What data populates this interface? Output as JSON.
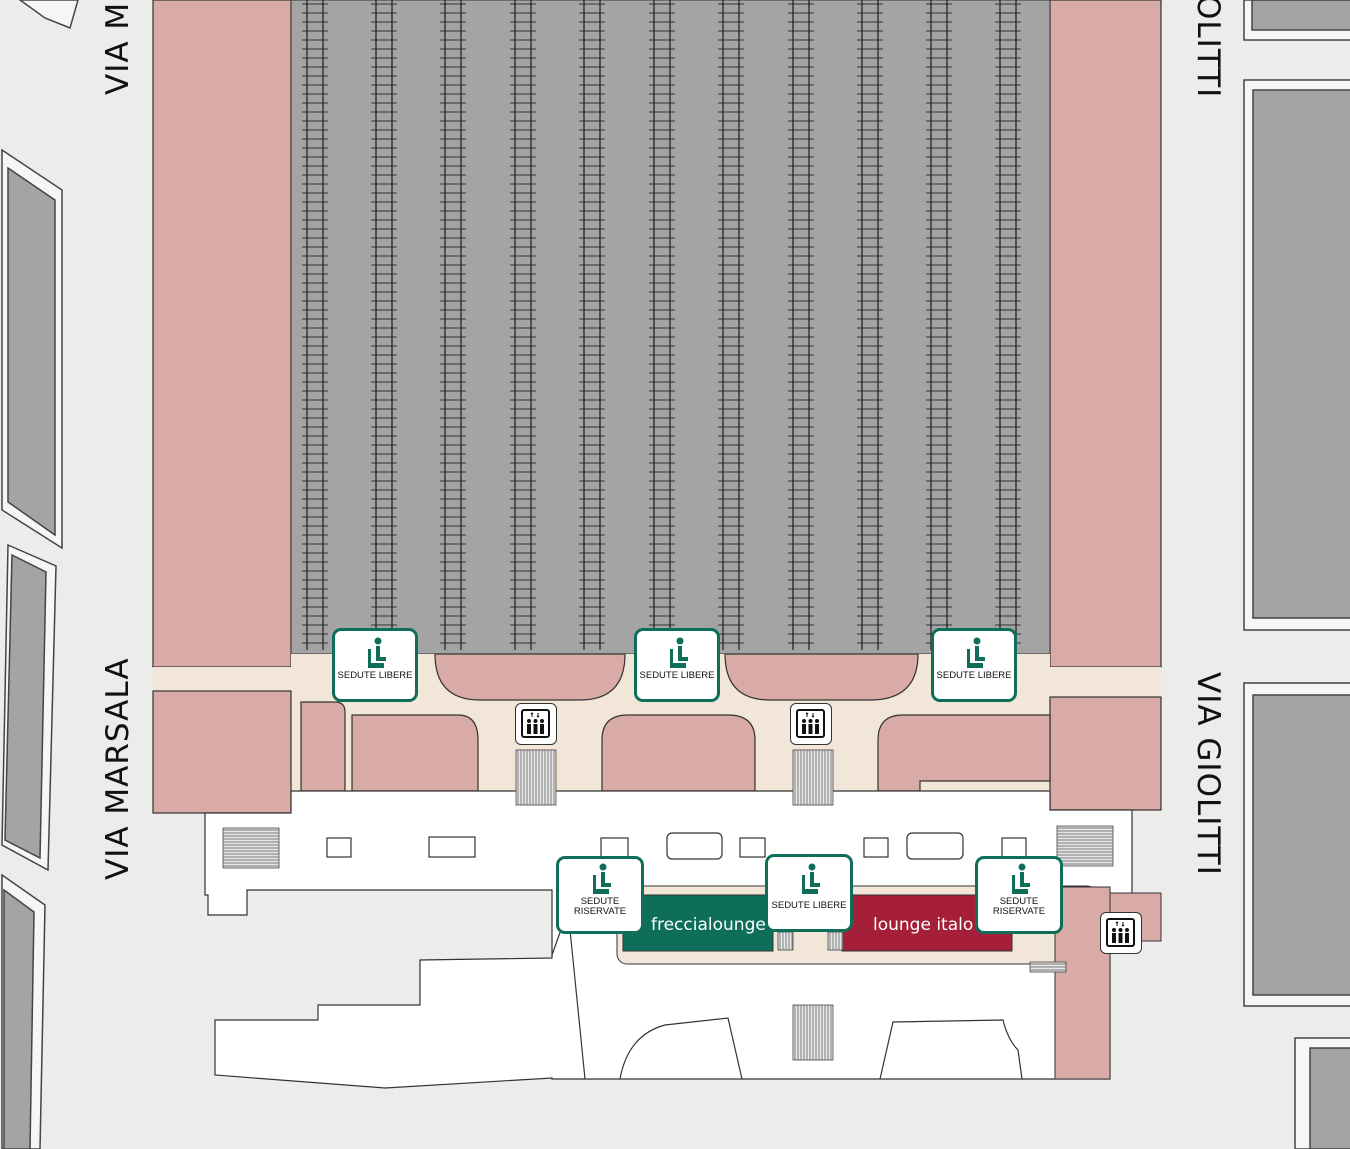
{
  "streets": {
    "via_marsala_top": "VIA M",
    "via_marsala": "VIA MARSALA",
    "via_giolitti_top": "OLITTI",
    "via_giolitti": "VIA GIOLITTI"
  },
  "lounges": {
    "freccia": {
      "label": "freccialounge",
      "color": "#0e6e5a"
    },
    "italo": {
      "label": "lounge italo",
      "color": "#a51f38"
    }
  },
  "seating": [
    {
      "id": "free-1",
      "label": "SEDUTE LIBERE"
    },
    {
      "id": "free-2",
      "label": "SEDUTE LIBERE"
    },
    {
      "id": "free-3",
      "label": "SEDUTE LIBERE"
    },
    {
      "id": "reserved-1",
      "label": "SEDUTE RISERVATE"
    },
    {
      "id": "free-4",
      "label": "SEDUTE LIBERE"
    },
    {
      "id": "reserved-2",
      "label": "SEDUTE RISERVATE"
    }
  ],
  "elevator_icon": "elevator-icon",
  "seat_icon": "seated-person-icon",
  "colors": {
    "building": "#d8aba7",
    "tracks": "#a4a4a4",
    "corridor": "#f1e6d8",
    "concourse": "#ffffff",
    "street": "#ececeb",
    "accent": "#0e6e5a"
  }
}
